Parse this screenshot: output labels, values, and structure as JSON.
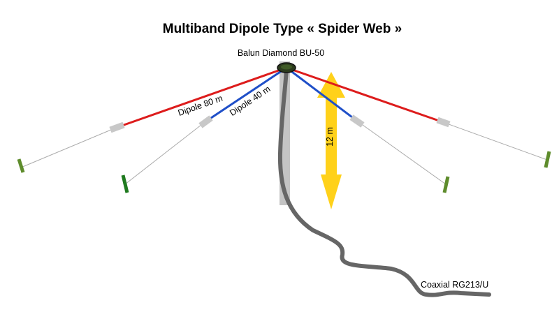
{
  "title": "Multiband Dipole Type « Spider Web »",
  "labels": {
    "balun": "Balun Diamond BU-50",
    "dipole_80m": "Dipole 80 m",
    "dipole_40m": "Dipole 40 m",
    "height": "12 m",
    "coax": "Coaxial RG213/U"
  },
  "colors": {
    "wire_80m": "#dd1c1c",
    "wire_40m": "#1f4fc8",
    "guy_rope": "#aaaaaa",
    "insulator": "#c8c8c8",
    "anchor_light": "#5e8c2c",
    "anchor_dark": "#1f7a1f",
    "mast": "#c4c4c4",
    "coax": "#666666",
    "arrow": "#ffd11a",
    "balun": "#2b3a1c"
  }
}
